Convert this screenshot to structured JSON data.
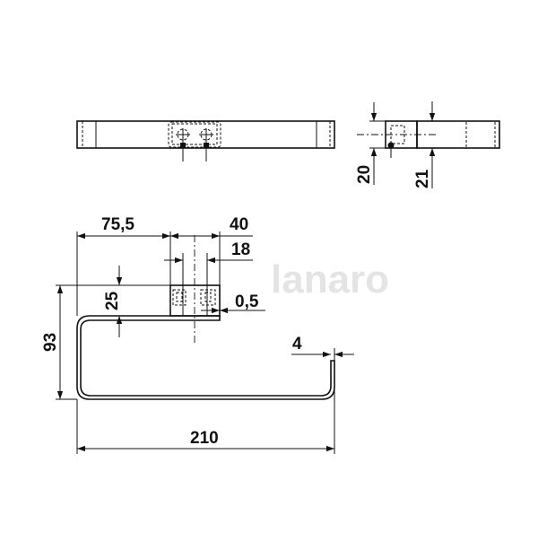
{
  "watermark": "lanaro",
  "dimensions": {
    "side_height_a": "20",
    "side_height_b": "21",
    "offset_left": "75,5",
    "bracket_width": "40",
    "screw_spacing": "18",
    "bracket_height": "25",
    "gap": "0,5",
    "overall_height": "93",
    "rod_thickness": "4",
    "overall_width": "210"
  },
  "colors": {
    "line": "#111111",
    "watermark": "#e4e4e4"
  }
}
